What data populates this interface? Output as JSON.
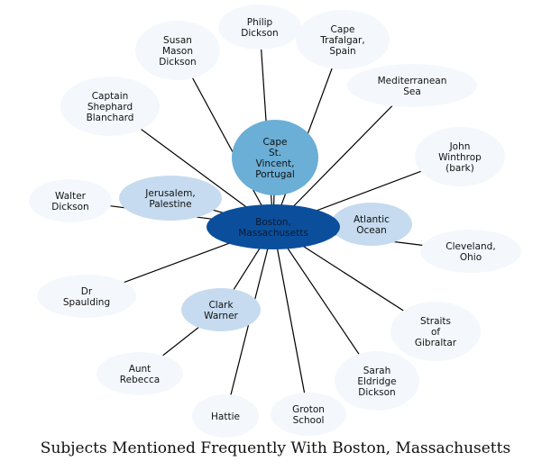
{
  "caption": "Subjects Mentioned Frequently With Boston, Massachusetts",
  "colors": {
    "hub": "#0b4f9c",
    "primary": "#6baed6",
    "secondary": "#c6dbef",
    "light": "#f4f8fd",
    "edge": "#000000"
  },
  "hub": {
    "label": [
      "Boston,",
      "Massachusetts"
    ]
  },
  "nodes": [
    {
      "id": "philip-dickson",
      "label": [
        "Philip",
        "Dickson"
      ],
      "tone": "light"
    },
    {
      "id": "cape-trafalgar-spain",
      "label": [
        "Cape",
        "Trafalgar,",
        "Spain"
      ],
      "tone": "light"
    },
    {
      "id": "susan-mason-dickson",
      "label": [
        "Susan",
        "Mason",
        "Dickson"
      ],
      "tone": "light"
    },
    {
      "id": "mediterranean-sea",
      "label": [
        "Mediterranean",
        "Sea"
      ],
      "tone": "light"
    },
    {
      "id": "captain-shephard-blanchard",
      "label": [
        "Captain",
        "Shephard",
        "Blanchard"
      ],
      "tone": "light"
    },
    {
      "id": "cape-st-vincent-portugal",
      "label": [
        "Cape",
        "St.",
        "Vincent,",
        "Portugal"
      ],
      "tone": "primary"
    },
    {
      "id": "john-winthrop-bark",
      "label": [
        "John",
        "Winthrop",
        "(bark)"
      ],
      "tone": "light"
    },
    {
      "id": "walter-dickson",
      "label": [
        "Walter",
        "Dickson"
      ],
      "tone": "light"
    },
    {
      "id": "jerusalem-palestine",
      "label": [
        "Jerusalem,",
        "Palestine"
      ],
      "tone": "secondary"
    },
    {
      "id": "atlantic-ocean",
      "label": [
        "Atlantic",
        "Ocean"
      ],
      "tone": "secondary"
    },
    {
      "id": "cleveland-ohio",
      "label": [
        "Cleveland,",
        "Ohio"
      ],
      "tone": "light"
    },
    {
      "id": "dr-spaulding",
      "label": [
        "Dr",
        "Spaulding"
      ],
      "tone": "light"
    },
    {
      "id": "clark-warner",
      "label": [
        "Clark",
        "Warner"
      ],
      "tone": "secondary"
    },
    {
      "id": "straits-of-gibraltar",
      "label": [
        "Straits",
        "of",
        "Gibraltar"
      ],
      "tone": "light"
    },
    {
      "id": "aunt-rebecca",
      "label": [
        "Aunt",
        "Rebecca"
      ],
      "tone": "light"
    },
    {
      "id": "sarah-eldridge-dickson",
      "label": [
        "Sarah",
        "Eldridge",
        "Dickson"
      ],
      "tone": "light"
    },
    {
      "id": "hattie",
      "label": [
        "Hattie"
      ],
      "tone": "light"
    },
    {
      "id": "groton-school",
      "label": [
        "Groton",
        "School"
      ],
      "tone": "light"
    }
  ],
  "edges": [
    [
      "boston",
      "philip-dickson"
    ],
    [
      "boston",
      "cape-trafalgar-spain"
    ],
    [
      "boston",
      "susan-mason-dickson"
    ],
    [
      "boston",
      "mediterranean-sea"
    ],
    [
      "boston",
      "captain-shephard-blanchard"
    ],
    [
      "boston",
      "cape-st-vincent-portugal"
    ],
    [
      "boston",
      "john-winthrop-bark"
    ],
    [
      "boston",
      "walter-dickson"
    ],
    [
      "boston",
      "jerusalem-palestine"
    ],
    [
      "boston",
      "atlantic-ocean"
    ],
    [
      "boston",
      "cleveland-ohio"
    ],
    [
      "boston",
      "dr-spaulding"
    ],
    [
      "boston",
      "clark-warner"
    ],
    [
      "boston",
      "straits-of-gibraltar"
    ],
    [
      "boston",
      "sarah-eldridge-dickson"
    ],
    [
      "boston",
      "hattie"
    ],
    [
      "boston",
      "groton-school"
    ],
    [
      "clark-warner",
      "aunt-rebecca"
    ]
  ]
}
